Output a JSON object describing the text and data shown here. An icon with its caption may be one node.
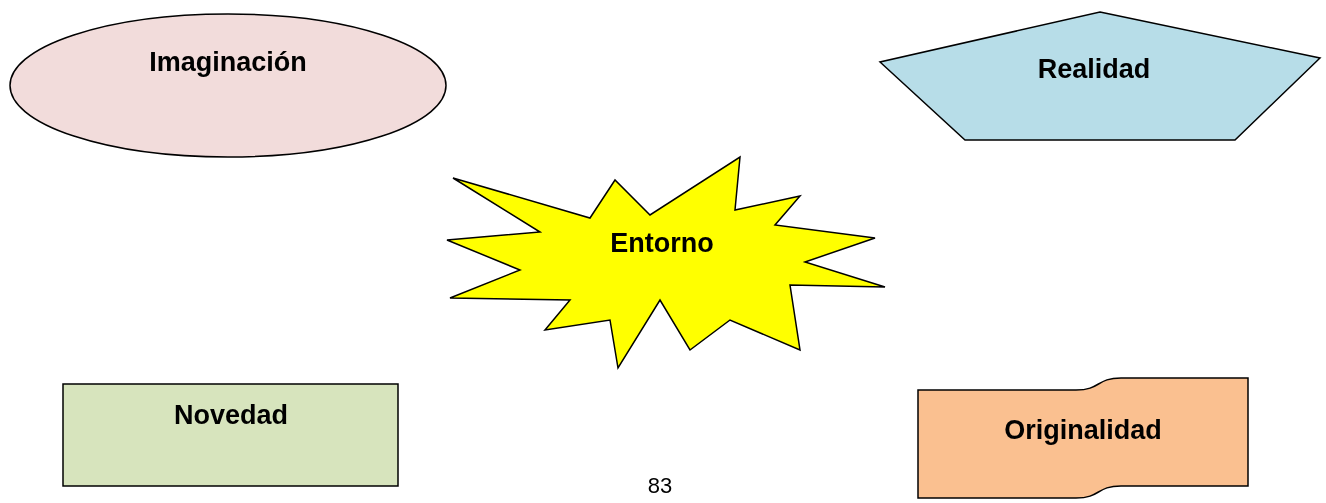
{
  "diagram": {
    "nodes": [
      {
        "text": [
          "Imaginación"
        ]
      },
      {
        "text": [
          "Realidad"
        ]
      },
      {
        "text": [
          "Entorno"
        ]
      },
      {
        "text": [
          "Novedad"
        ]
      },
      {
        "text": [
          "Originalidad"
        ]
      }
    ],
    "edges": [],
    "labels": [
      "83"
    ]
  }
}
